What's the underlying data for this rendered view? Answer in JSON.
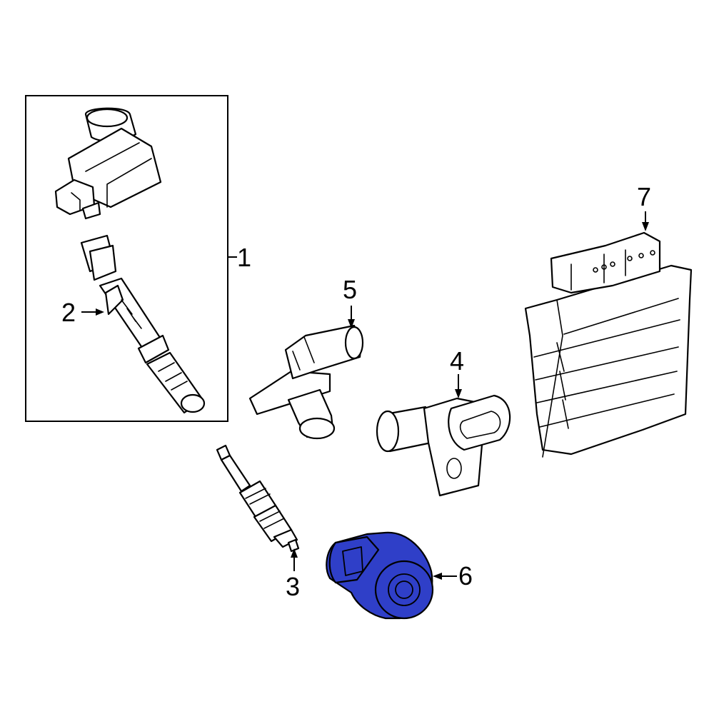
{
  "diagram": {
    "callouts": [
      {
        "id": "1",
        "label": "1"
      },
      {
        "id": "2",
        "label": "2"
      },
      {
        "id": "3",
        "label": "3"
      },
      {
        "id": "4",
        "label": "4"
      },
      {
        "id": "5",
        "label": "5"
      },
      {
        "id": "6",
        "label": "6"
      },
      {
        "id": "7",
        "label": "7"
      }
    ],
    "highlight_color": "#2f3fc8",
    "highlighted_part": "6"
  }
}
